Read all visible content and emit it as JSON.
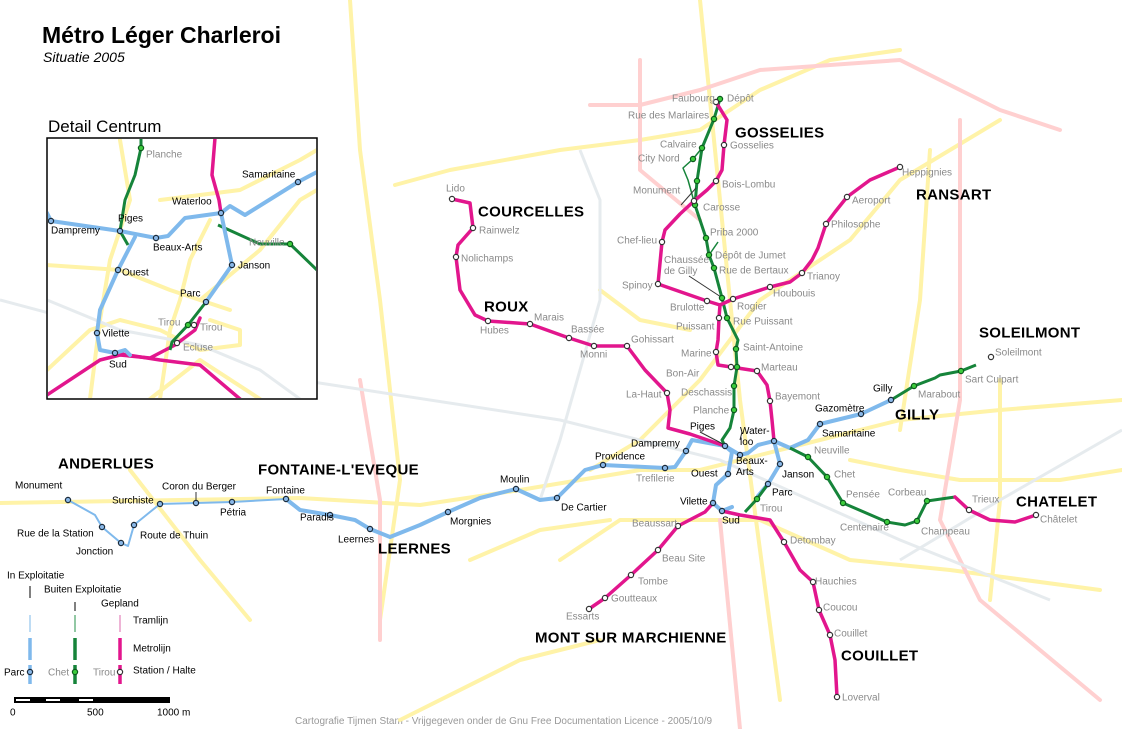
{
  "title": "Métro Léger Charleroi",
  "subtitle": "Situatie 2005",
  "inset_title": "Detail Centrum",
  "footer": "Cartografie Tijmen Stam - Vrijgegeven onder de Gnu Free Documentation Licence - 2005/10/9",
  "colors": {
    "metro_in_use": "#7fb9ec",
    "metro_unused": "#16843a",
    "planned": "#e2168d",
    "roads": "#fff3a8"
  },
  "towns": {
    "gosselies": "GOSSELIES",
    "ransart": "RANSART",
    "courcelles": "COURCELLES",
    "roux": "ROUX",
    "soleilmont": "SOLEILMONT",
    "gilly": "GILLY",
    "chatelet": "CHATELET",
    "anderlues": "ANDERLUES",
    "fontaine": "FONTAINE-L'EVEQUE",
    "leernes": "LEERNES",
    "mont": "MONT SUR MARCHIENNE",
    "couillet": "COUILLET"
  },
  "stations": {
    "monument_a": "Monument",
    "rue_station": "Rue de la Station",
    "jonction": "Jonction",
    "route_thuin": "Route de Thuin",
    "surchiste": "Surchiste",
    "coron": "Coron du Berger",
    "petria": "Pétria",
    "fontaine": "Fontaine",
    "paradis": "Paradis",
    "leernes": "Leernes",
    "morgnies": "Morgnies",
    "moulin": "Moulin",
    "de_cartier": "De Cartier",
    "providence": "Providence",
    "trefilerie": "Trefilerie",
    "dampremy": "Dampremy",
    "piges": "Piges",
    "beaux_arts": [
      "Beaux-",
      "Arts"
    ],
    "ouest": "Ouest",
    "vilette": "Vilette",
    "sud": "Sud",
    "waterloo": [
      "Water-",
      "loo"
    ],
    "janson": "Janson",
    "parc": "Parc",
    "samaritaine": "Samaritaine",
    "gazometre": "Gazomètre",
    "gilly": "Gilly",
    "depot": "Dépôt",
    "marlaires": "Rue des Marlaires",
    "calvaire": "Calvaire",
    "city_nord": "City Nord",
    "monument_g": "Monument",
    "carosse": "Carosse",
    "priba": "Priba 2000",
    "depot_jumet": "Dépôt de Jumet",
    "bertaux": "Rue de Bertaux",
    "chaussee": [
      "Chaussée",
      "de Gilly"
    ],
    "rue_puissant": "Rue Puissant",
    "saint_antoine": "Saint-Antoine",
    "deschassis": "Deschassis",
    "planche": "Planche",
    "tirou": "Tirou",
    "neuville": "Neuville",
    "chet": "Chet",
    "pensee": "Pensée",
    "centenaire": "Centenaire",
    "champeau": "Champeau",
    "corbeau": "Corbeau",
    "marabout": "Marabout",
    "sart_culpart": "Sart Culpart",
    "faubourg": "Faubourg",
    "gosselies": "Gosselies",
    "bois_lombu": "Bois-Lombu",
    "chef_lieu": "Chef-lieu",
    "spinoy": "Spinoy",
    "brulotte": "Brulotte",
    "rogier": "Rogier",
    "houbouis": "Houbouis",
    "trianoy": "Trianoy",
    "philosophe": "Philosophe",
    "aeroport": "Aeroport",
    "heppignies": "Heppignies",
    "puissant": "Puissant",
    "marine": "Marine",
    "bon_air": "Bon-Air",
    "marteau": "Marteau",
    "bayemont": "Bayemont",
    "lido": "Lido",
    "rainwelz": "Rainwelz",
    "nolichamps": "Nolichamps",
    "hubes": "Hubes",
    "marais": "Marais",
    "bassee": "Bassée",
    "monni": "Monni",
    "gohissart": "Gohissart",
    "la_haut": "La-Haut",
    "detombay": "Detombay",
    "hauchies": "Hauchies",
    "coucou": "Coucou",
    "couillet": "Couillet",
    "loverval": "Loverval",
    "beaussart": "Beaussart",
    "beau_site": "Beau Site",
    "tombe": "Tombe",
    "goutteaux": "Goutteaux",
    "essarts": "Essarts",
    "trieux": "Trieux",
    "chatelet": "Châtelet",
    "soleilmont": "Soleilmont"
  },
  "inset": {
    "planche": "Planche",
    "samaritaine": "Samaritaine",
    "waterloo": "Waterloo",
    "piges": "Piges",
    "dampremy": "Dampremy",
    "beaux_arts": "Beaux-Arts",
    "ouest": "Ouest",
    "janson": "Janson",
    "neuville": "Neuville",
    "parc": "Parc",
    "tirou_g": "Tirou",
    "tirou_p": "Tirou",
    "ecluse": "Ecluse",
    "vilette": "Vilette",
    "sud": "Sud"
  },
  "legend": {
    "in_use": "In Exploitatie",
    "unused": "Buiten Exploitatie",
    "planned": "Gepland",
    "tram": "Tramlijn",
    "metro": "Metrolijn",
    "station": "Station / Halte",
    "ex_in_use": "Parc",
    "ex_unused": "Chet",
    "ex_planned": "Tirou"
  },
  "scale": {
    "zero": "0",
    "mid": "500",
    "max": "1000 m"
  }
}
